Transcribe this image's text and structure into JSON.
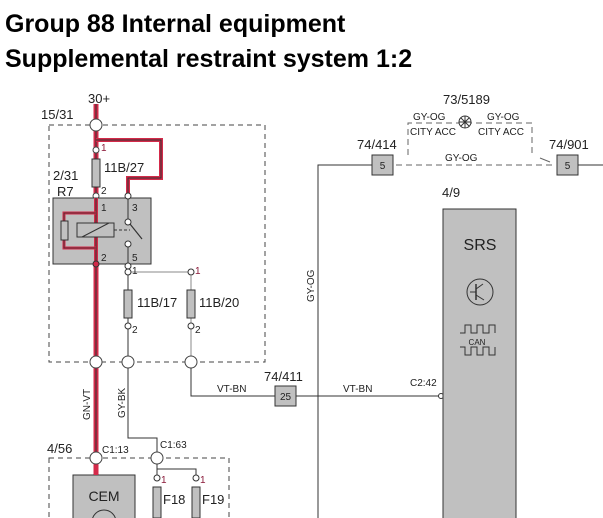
{
  "title": {
    "line1": "Group 88 Internal equipment",
    "line2": "Supplemental restraint system 1:2"
  },
  "power": {
    "supply": "30+",
    "node": "15/31"
  },
  "relay": {
    "location": "2/31",
    "name": "R7",
    "pins": [
      "1",
      "3",
      "2",
      "5"
    ]
  },
  "fuses": {
    "f27": {
      "name": "11B/27",
      "pin1": "1",
      "pin2": "2"
    },
    "f17": {
      "name": "11B/17",
      "pin1": "1",
      "pin2": "2"
    },
    "f20": {
      "name": "11B/20",
      "pin1": "1",
      "pin2": "2"
    },
    "f18": {
      "name": "F18",
      "pin1": "1"
    },
    "f19": {
      "name": "F19",
      "pin1": "1"
    }
  },
  "wires": {
    "gn_vt": "GN-VT",
    "gy_bk": "GY-BK",
    "gy_og_vertical": "GY-OG",
    "gy_og_bridge": "GY-OG",
    "gy_og_left": "GY-OG",
    "gy_og_right": "GY-OG",
    "vt_bn_left": "VT-BN",
    "vt_bn_right": "VT-BN"
  },
  "connectors": {
    "c74_414": {
      "id": "74/414",
      "pin": "5"
    },
    "c74_901": {
      "id": "74/901",
      "pin": "5"
    },
    "c74_411": {
      "id": "74/411",
      "pin": "25"
    },
    "c73_5189": {
      "id": "73/5189",
      "left_note": "CITY ACC",
      "right_note": "CITY ACC"
    }
  },
  "srs": {
    "location": "4/9",
    "name": "SRS",
    "bus": "CAN",
    "pin": "C2:42"
  },
  "cem": {
    "location": "4/56",
    "name": "CEM",
    "pin_a": "C1:13",
    "pin_b": "C1:63"
  },
  "colors": {
    "power_wire": "#d42a4a",
    "module_fill": "#c0c0c0"
  }
}
